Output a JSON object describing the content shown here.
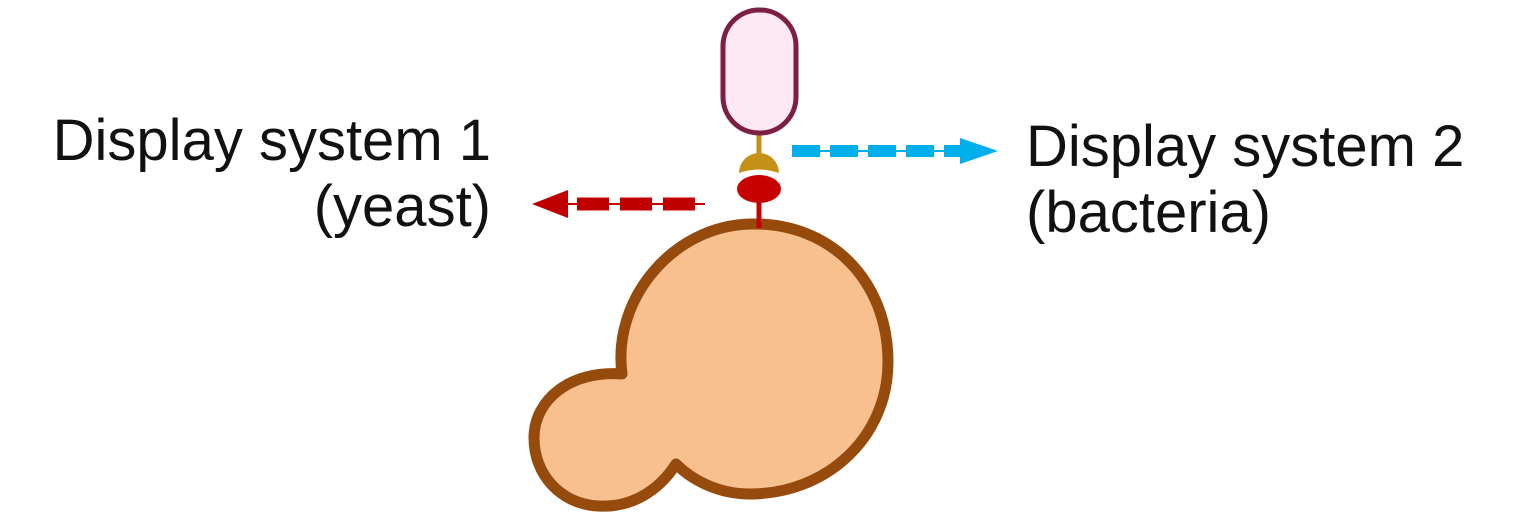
{
  "left_label": {
    "line1": "Display system 1",
    "line2": "(yeast)"
  },
  "right_label": {
    "line1": "Display system 2",
    "line2": "(bacteria)"
  },
  "colors": {
    "cell_fill": "#f8bf8f",
    "cell_stroke": "#964a0c",
    "capsule_fill": "#fde8f3",
    "capsule_stroke": "#7d1f44",
    "linker": "#c49016",
    "anchor": "#c70000",
    "arrow_left": "#c00000",
    "arrow_right": "#00aeea"
  },
  "icons": {
    "cell": "yeast-cell-icon",
    "displayed_protein": "capsule-protein-icon",
    "adapter": "half-moon-adapter-icon",
    "anchor": "anchor-oval-icon"
  }
}
